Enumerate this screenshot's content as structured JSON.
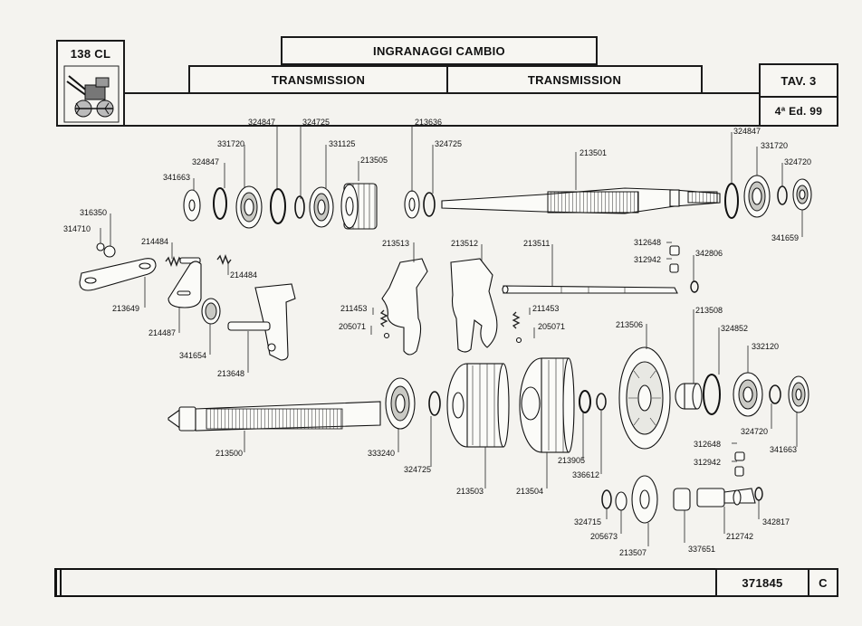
{
  "header": {
    "model": "138 CL",
    "title_it": "INGRANAGGI CAMBIO",
    "title_en": "TRANSMISSION",
    "title_fr": "TRANSMISSION",
    "table": "TAV. 3",
    "edition": "4ª Ed. 99"
  },
  "footer": {
    "code": "371845",
    "letter": "C"
  },
  "labels": [
    {
      "id": "l01",
      "text": "324847"
    },
    {
      "id": "l02",
      "text": "324725"
    },
    {
      "id": "l03",
      "text": "213636"
    },
    {
      "id": "l04",
      "text": "331720"
    },
    {
      "id": "l05",
      "text": "331125"
    },
    {
      "id": "l06",
      "text": "324725"
    },
    {
      "id": "l07",
      "text": "324847"
    },
    {
      "id": "l08",
      "text": "213505"
    },
    {
      "id": "l09",
      "text": "341663"
    },
    {
      "id": "l10",
      "text": "213501"
    },
    {
      "id": "l11",
      "text": "324847"
    },
    {
      "id": "l12",
      "text": "331720"
    },
    {
      "id": "l13",
      "text": "324720"
    },
    {
      "id": "l14",
      "text": "341659"
    },
    {
      "id": "l15",
      "text": "316350"
    },
    {
      "id": "l16",
      "text": "314710"
    },
    {
      "id": "l17",
      "text": "214484"
    },
    {
      "id": "l18",
      "text": "214484"
    },
    {
      "id": "l19",
      "text": "213649"
    },
    {
      "id": "l20",
      "text": "214487"
    },
    {
      "id": "l21",
      "text": "341654"
    },
    {
      "id": "l22",
      "text": "213648"
    },
    {
      "id": "l23",
      "text": "213513"
    },
    {
      "id": "l24",
      "text": "213512"
    },
    {
      "id": "l25",
      "text": "213511"
    },
    {
      "id": "l26",
      "text": "312648"
    },
    {
      "id": "l27",
      "text": "312942"
    },
    {
      "id": "l28",
      "text": "342806"
    },
    {
      "id": "l29",
      "text": "211453"
    },
    {
      "id": "l30",
      "text": "205071"
    },
    {
      "id": "l31",
      "text": "211453"
    },
    {
      "id": "l32",
      "text": "205071"
    },
    {
      "id": "l33",
      "text": "213506"
    },
    {
      "id": "l34",
      "text": "213508"
    },
    {
      "id": "l35",
      "text": "324852"
    },
    {
      "id": "l36",
      "text": "332120"
    },
    {
      "id": "l37",
      "text": "213500"
    },
    {
      "id": "l38",
      "text": "333240"
    },
    {
      "id": "l39",
      "text": "324725"
    },
    {
      "id": "l40",
      "text": "213503"
    },
    {
      "id": "l41",
      "text": "213504"
    },
    {
      "id": "l42",
      "text": "213905"
    },
    {
      "id": "l43",
      "text": "336612"
    },
    {
      "id": "l44",
      "text": "324720"
    },
    {
      "id": "l45",
      "text": "341663"
    },
    {
      "id": "l46",
      "text": "312648"
    },
    {
      "id": "l47",
      "text": "312942"
    },
    {
      "id": "l48",
      "text": "324715"
    },
    {
      "id": "l49",
      "text": "205673"
    },
    {
      "id": "l50",
      "text": "213507"
    },
    {
      "id": "l51",
      "text": "337651"
    },
    {
      "id": "l52",
      "text": "212742"
    },
    {
      "id": "l53",
      "text": "342817"
    }
  ]
}
